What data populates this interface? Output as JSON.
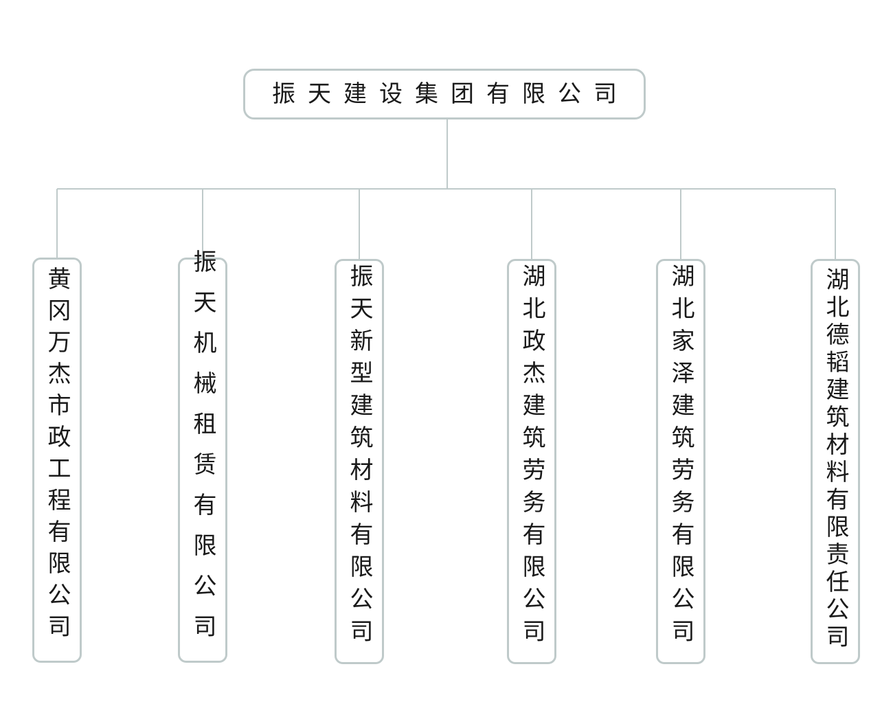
{
  "org_chart": {
    "root": {
      "label": "振天建设集团有限公司"
    },
    "children": [
      {
        "label": "黄冈万杰市政工程有限公司"
      },
      {
        "label": "振天机械租赁有限公司"
      },
      {
        "label": "振天新型建筑材料有限公司"
      },
      {
        "label": "湖北政杰建筑劳务有限公司"
      },
      {
        "label": "湖北家泽建筑劳务有限公司"
      },
      {
        "label": "湖北德韬建筑材料有限责任公司"
      }
    ],
    "colors": {
      "connector": "#bfcaca",
      "box_border": "#bfcaca",
      "text": "#1a1a1a",
      "background": "#ffffff"
    }
  }
}
